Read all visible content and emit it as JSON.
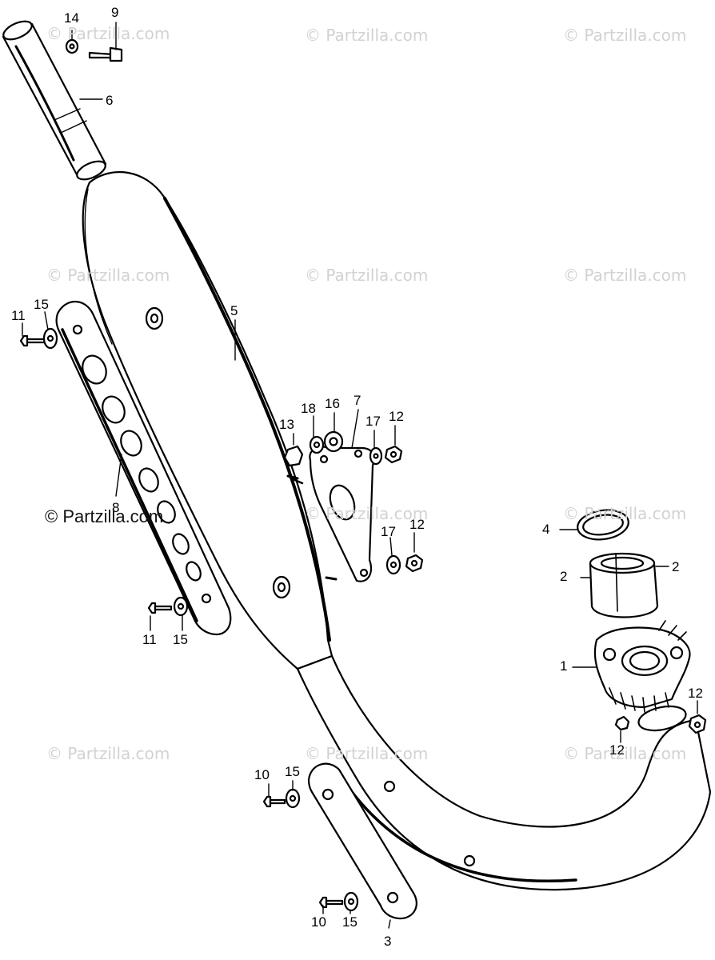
{
  "watermark": "© Partzilla.com",
  "colors": {
    "ink": "#000000",
    "watermark": "#d2d2d2",
    "fill": "#ffffff"
  },
  "callouts": {
    "c14": "14",
    "c9": "9",
    "c6": "6",
    "c5": "5",
    "c11a": "11",
    "c15a": "15",
    "c8": "8",
    "c13": "13",
    "c18": "18",
    "c16": "16",
    "c7": "7",
    "c17a": "17",
    "c12a": "12",
    "c17b": "17",
    "c12b": "12",
    "c11b": "11",
    "c15b": "15",
    "c4": "4",
    "c2a": "2",
    "c2b": "2",
    "c1": "1",
    "c12c": "12",
    "c12d": "12",
    "c10a": "10",
    "c15c": "15",
    "c10b": "10",
    "c15d": "15",
    "c3": "3"
  }
}
